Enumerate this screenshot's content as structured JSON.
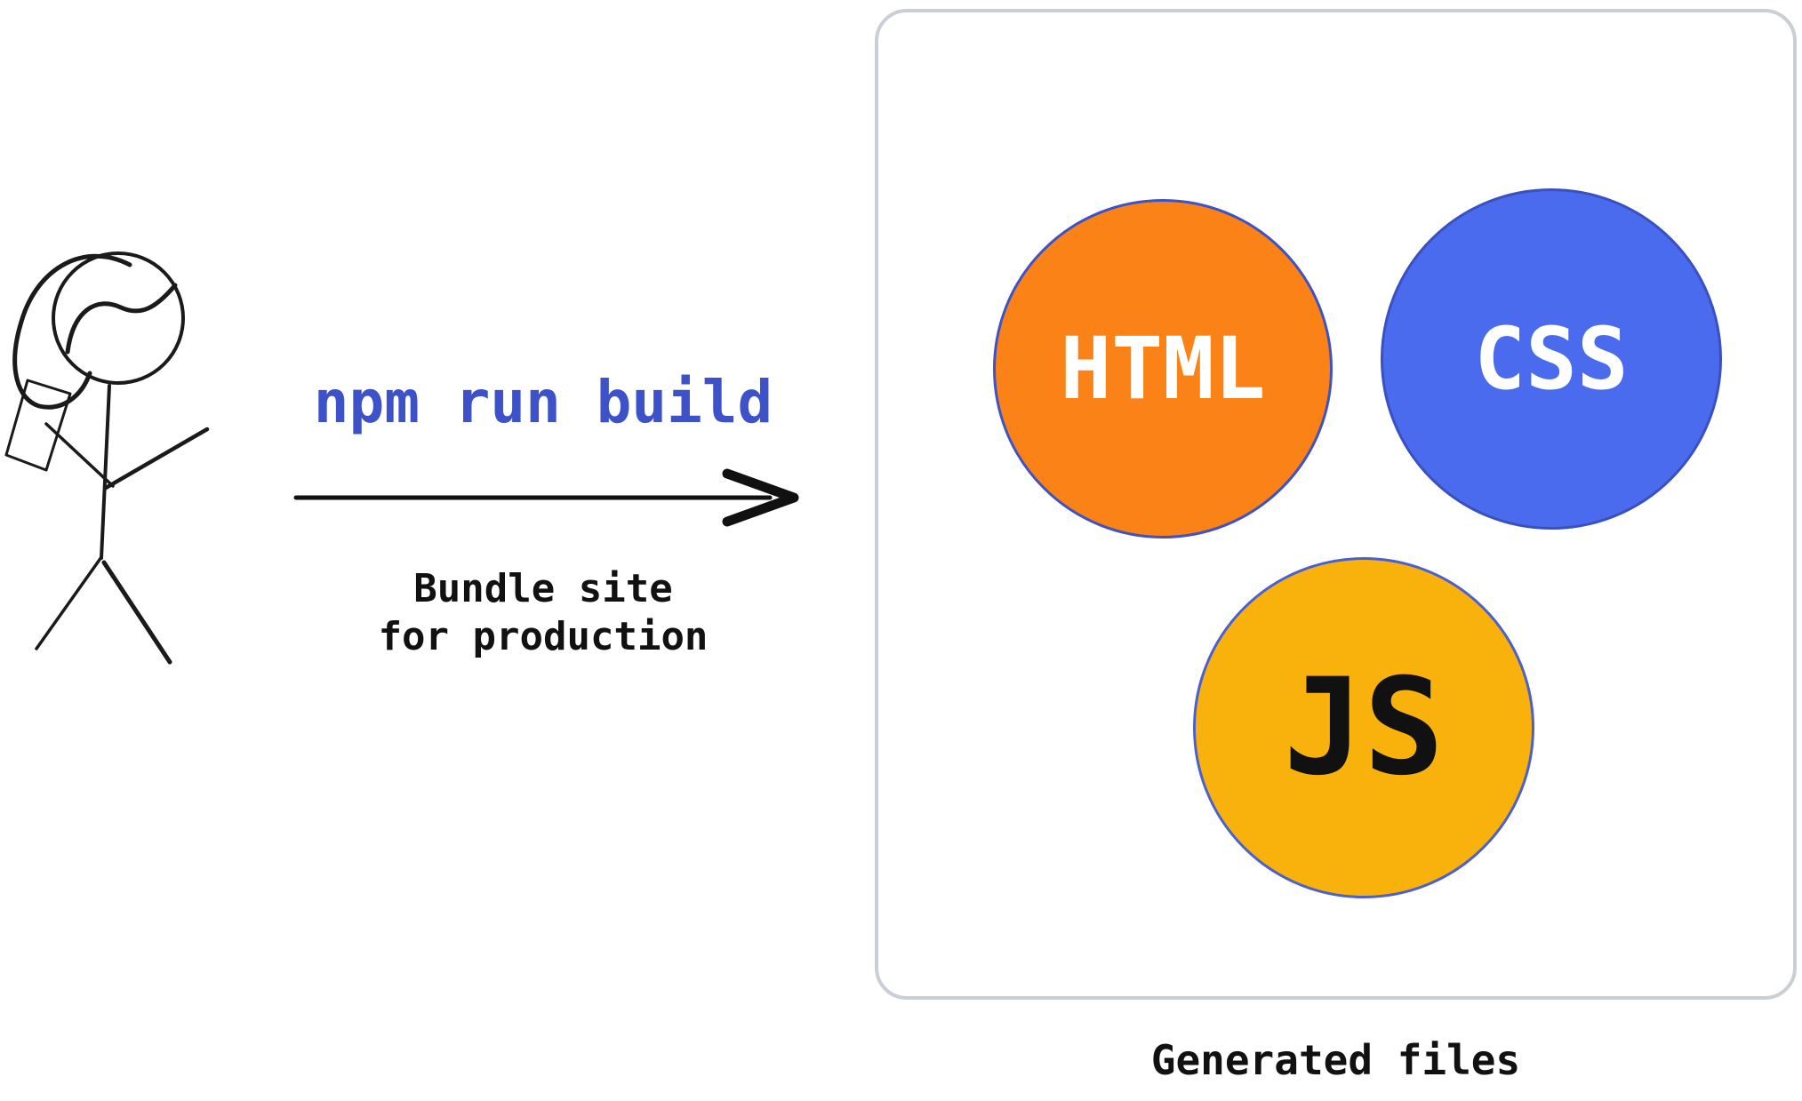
{
  "command": {
    "text": "npm run build",
    "color": "#3d52c9"
  },
  "arrow": {
    "caption_line1": "Bundle site",
    "caption_line2": "for production",
    "color": "#111111"
  },
  "icons": {
    "person": "stick-figure-person",
    "arrow": "right-arrow"
  },
  "generated": {
    "box_label": "Generated files",
    "border_color": "#c9ced7",
    "circles": [
      {
        "label": "HTML",
        "fill": "#fb8217",
        "stroke": "#3e52c5",
        "text_color": "#ffffff"
      },
      {
        "label": "CSS",
        "fill": "#4a6bee",
        "stroke": "#3a4fc0",
        "text_color": "#ffffff"
      },
      {
        "label": "JS",
        "fill": "#f9b20b",
        "stroke": "#4a5fd0",
        "text_color": "#111111"
      }
    ]
  }
}
